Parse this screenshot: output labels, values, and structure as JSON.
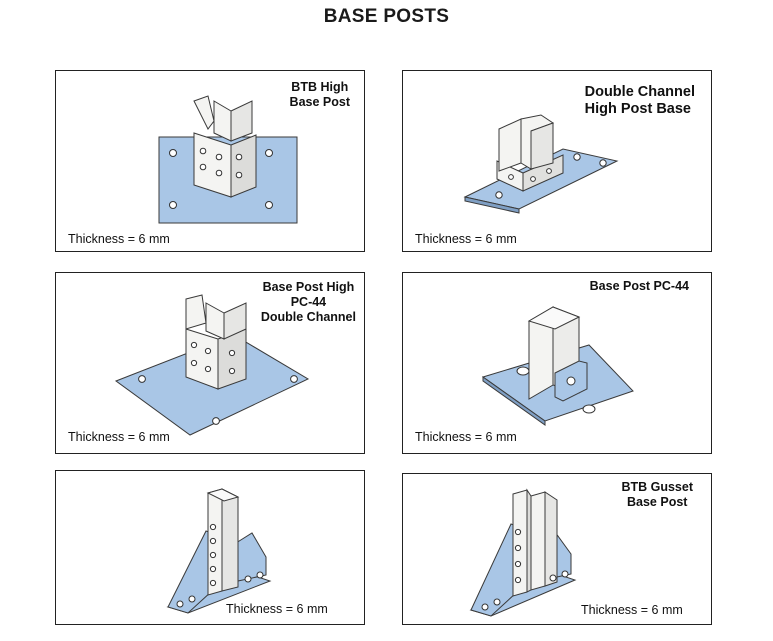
{
  "page": {
    "title": "BASE POSTS"
  },
  "colors": {
    "plate": "#a9c6e6",
    "post": "#f4f4f2",
    "outline": "#3a3a3a"
  },
  "panels": [
    {
      "label_lines": [
        "BTB High",
        "Base Post"
      ],
      "thickness": "Thickness = 6 mm",
      "icon": "btb-high-base-post-drawing"
    },
    {
      "label_lines": [
        "Double Channel",
        "High Post Base"
      ],
      "thickness": "Thickness = 6 mm",
      "icon": "double-channel-high-post-base-drawing"
    },
    {
      "label_lines": [
        "Base Post High",
        "PC-44",
        "Double Channel"
      ],
      "thickness": "Thickness = 6 mm",
      "icon": "base-post-high-pc44-double-channel-drawing"
    },
    {
      "label_lines": [
        "Base Post PC-44"
      ],
      "thickness": "Thickness = 6 mm",
      "icon": "base-post-pc44-drawing"
    },
    {
      "label_lines": [],
      "thickness": "Thickness = 6 mm",
      "icon": "gusset-base-post-drawing"
    },
    {
      "label_lines": [
        "BTB Gusset",
        "Base Post"
      ],
      "thickness": "Thickness = 6 mm",
      "icon": "btb-gusset-base-post-drawing"
    }
  ]
}
